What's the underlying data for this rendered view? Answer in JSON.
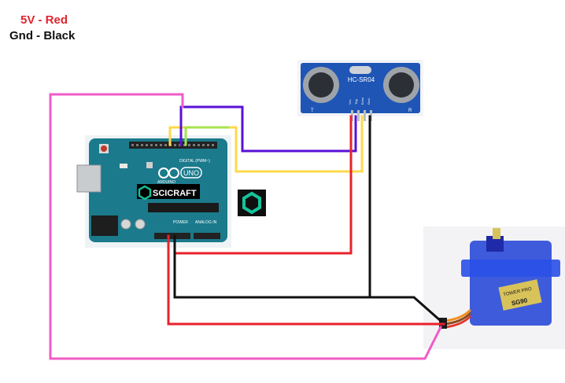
{
  "legend": {
    "line1": "5V - Red",
    "line2": "Gnd - Black"
  },
  "colors": {
    "five_volt_wire": "#e8222c",
    "ground_wire": "#111111",
    "signal_trig_wire": "#ffd84a",
    "signal_echo_wire": "#5a10d8",
    "servo_signal_wire": "#f05bc7",
    "spare_wire": "#a6e34a",
    "board": "#1b7a8c",
    "sensor": "#1f56b5",
    "servo": "#1d3fd6",
    "brand": "#15c39a"
  },
  "arduino": {
    "brand": "ARDUINO",
    "model": "UNO",
    "digital_header": "DIGITAL (PWM~)",
    "power_header": "POWER",
    "analog_header": "ANALOG IN",
    "overlay_brand": "SCICRAFT"
  },
  "sensor": {
    "model": "HC-SR04",
    "pin_labels": [
      "Vcc",
      "Trig",
      "Echo",
      "Gnd"
    ],
    "left_mark": "T",
    "right_mark": "R"
  },
  "servo": {
    "brand": "TOWER PRO",
    "model": "SG90"
  },
  "icons": {
    "brand_logo": "hexagon-logo-icon"
  }
}
